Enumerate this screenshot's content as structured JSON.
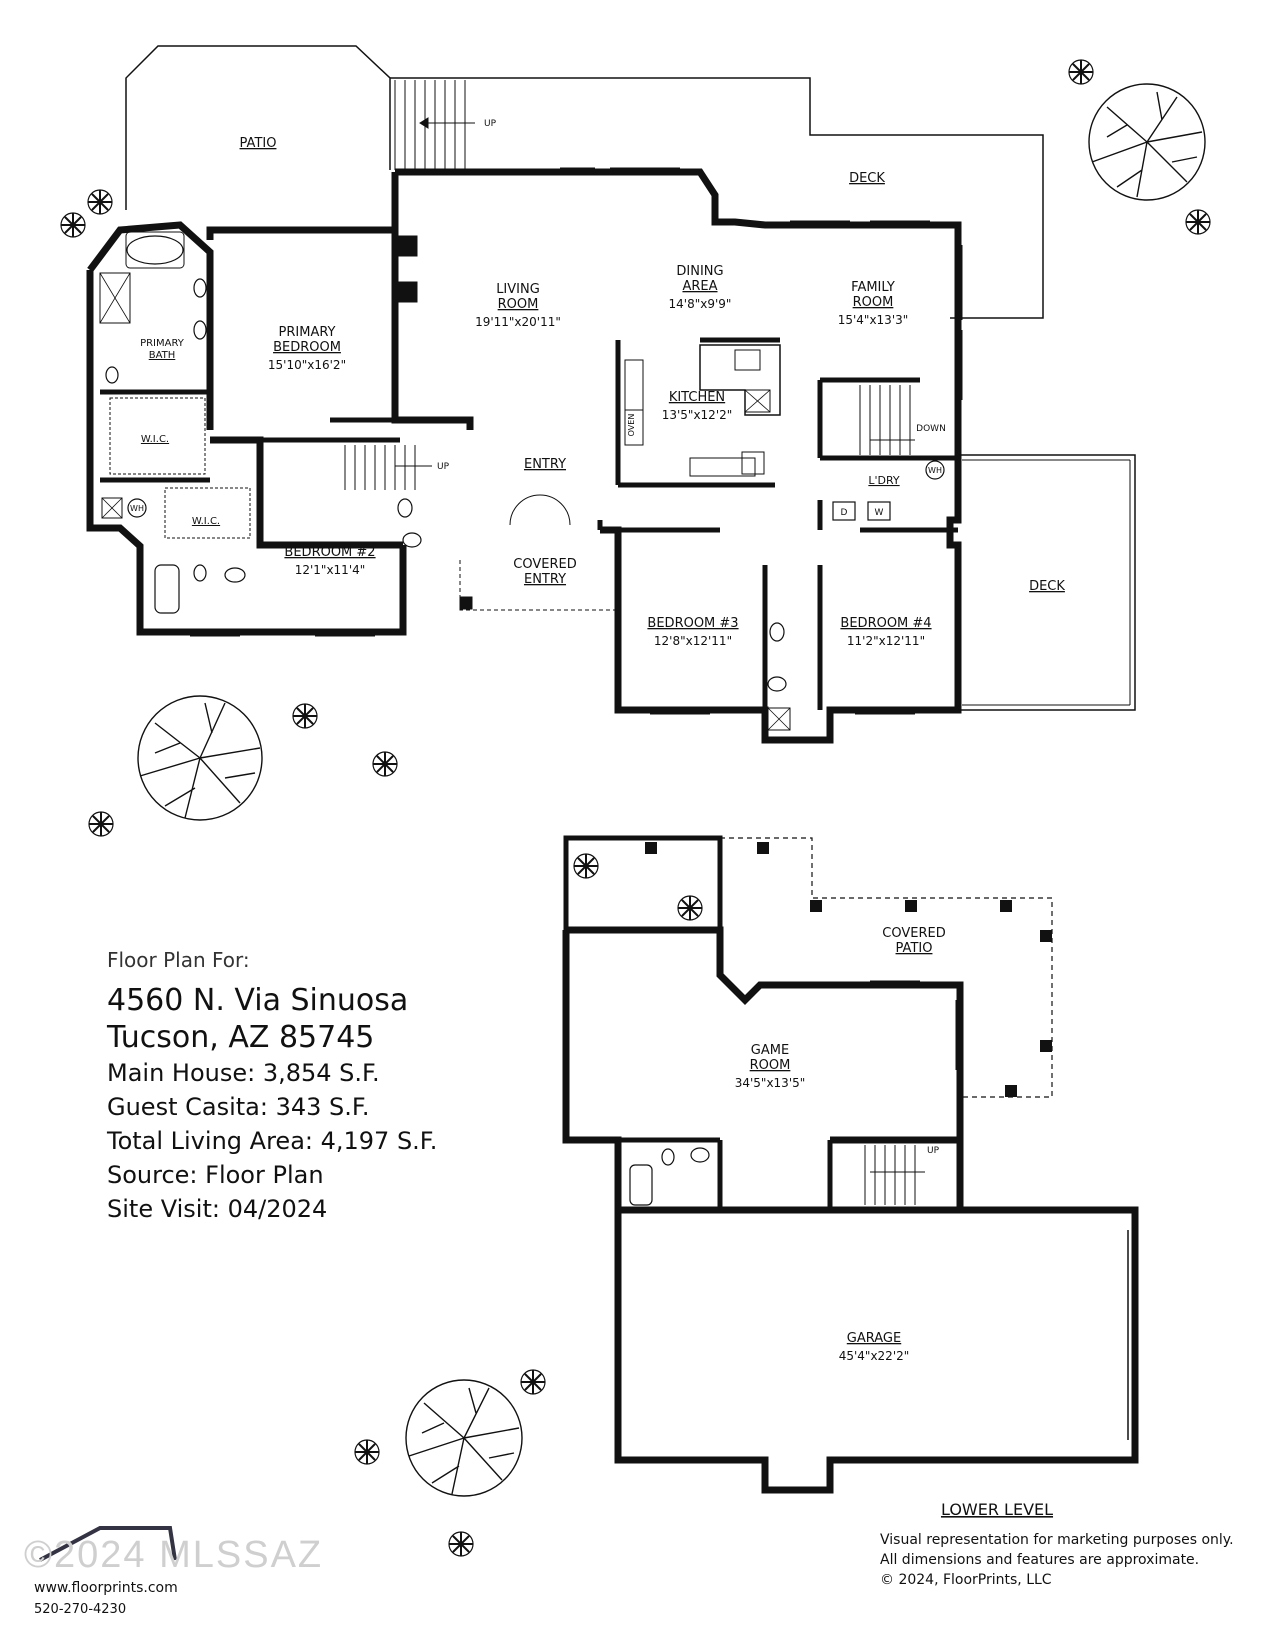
{
  "info": {
    "intro": "Floor Plan For:",
    "address_line1": "4560 N. Via Sinuosa",
    "address_line2": "Tucson, AZ 85745",
    "main_house": "Main House:  3,854 S.F.",
    "guest_casita": "Guest Casita:  343 S.F.",
    "total_living": "Total Living Area:  4,197 S.F.",
    "source": "Source:  Floor Plan",
    "site_visit": "Site Visit:  04/2024"
  },
  "rooms": {
    "patio": "PATIO",
    "deck_top": "DECK",
    "deck_right": "DECK",
    "living_1": "LIVING",
    "living_2": "ROOM",
    "living_dim": "19'11\"x20'11\"",
    "dining_1": "DINING",
    "dining_2": "AREA",
    "dining_dim": "14'8\"x9'9\"",
    "family_1": "FAMILY",
    "family_2": "ROOM",
    "family_dim": "15'4\"x13'3\"",
    "primary_bed_1": "PRIMARY",
    "primary_bed_2": "BEDROOM",
    "primary_bed_dim": "15'10\"x16'2\"",
    "primary_bath_1": "PRIMARY",
    "primary_bath_2": "BATH",
    "wic_1": "W.I.C.",
    "wic_2": "W.I.C.",
    "wh_1": "WH",
    "wh_2": "WH",
    "kitchen": "KITCHEN",
    "kitchen_dim": "13'5\"x12'2\"",
    "oven": "OVEN",
    "down": "DOWN",
    "up_1": "UP",
    "up_2": "UP",
    "up_3": "UP",
    "laundry": "L'DRY",
    "dryer": "D",
    "washer": "W",
    "entry": "ENTRY",
    "covered_entry_1": "COVERED",
    "covered_entry_2": "ENTRY",
    "bed2": "BEDROOM #2",
    "bed2_dim": "12'1\"x11'4\"",
    "bed3": "BEDROOM #3",
    "bed3_dim": "12'8\"x12'11\"",
    "bed4": "BEDROOM #4",
    "bed4_dim": "11'2\"x12'11\"",
    "covered_patio_1": "COVERED",
    "covered_patio_2": "PATIO",
    "game_1": "GAME",
    "game_2": "ROOM",
    "game_dim": "34'5\"x13'5\"",
    "garage": "GARAGE",
    "garage_dim": "45'4\"x22'2\"",
    "lower_level": "LOWER LEVEL"
  },
  "footer": {
    "web": "www.floorprints.com",
    "phone": "520-270-4230",
    "watermark": "©2024 MLSSAZ",
    "disclaimer_1": "Visual representation for marketing purposes only.",
    "disclaimer_2": "All dimensions and features are approximate.",
    "copyright": "© 2024, FloorPrints, LLC"
  }
}
